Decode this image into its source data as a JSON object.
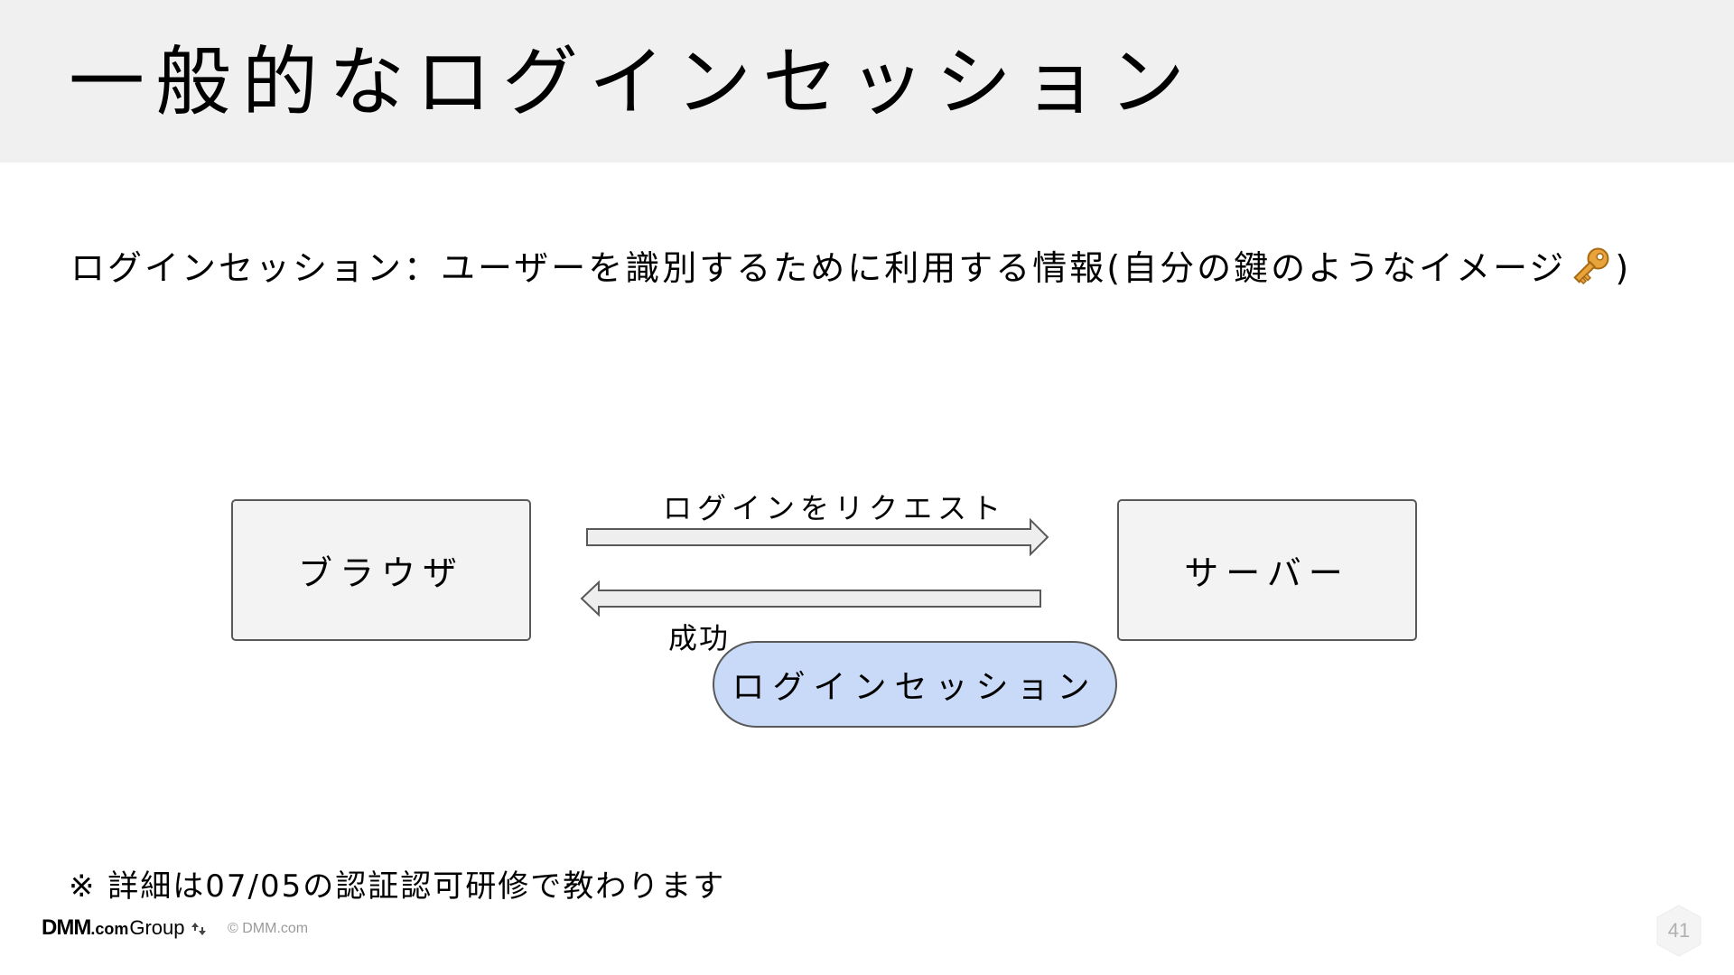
{
  "slide": {
    "title": "一般的なログインセッション",
    "definition_prefix": "ログインセッション：ユーザーを識別するために利用する情報(自分の鍵のようなイメージ",
    "definition_suffix": ")",
    "key_icon": "key-icon",
    "note": "※ 詳細は07/05の認証認可研修で教わります",
    "page_number": "41"
  },
  "diagram": {
    "browser_label": "ブラウザ",
    "server_label": "サーバー",
    "request_label": "ログインをリクエスト",
    "success_label": "成功",
    "session_label": "ログインセッション",
    "colors": {
      "box_fill": "#f3f3f3",
      "pill_fill": "#c9daf8",
      "arrow_fill": "#eeeeee",
      "stroke": "#595959"
    }
  },
  "footer": {
    "logo_dmm": "DMM",
    "logo_com": ".com",
    "logo_group": "Group",
    "copyright": "© DMM.com"
  },
  "colors": {
    "header_bg": "#f0f0f0",
    "key": "#e8a33a"
  }
}
